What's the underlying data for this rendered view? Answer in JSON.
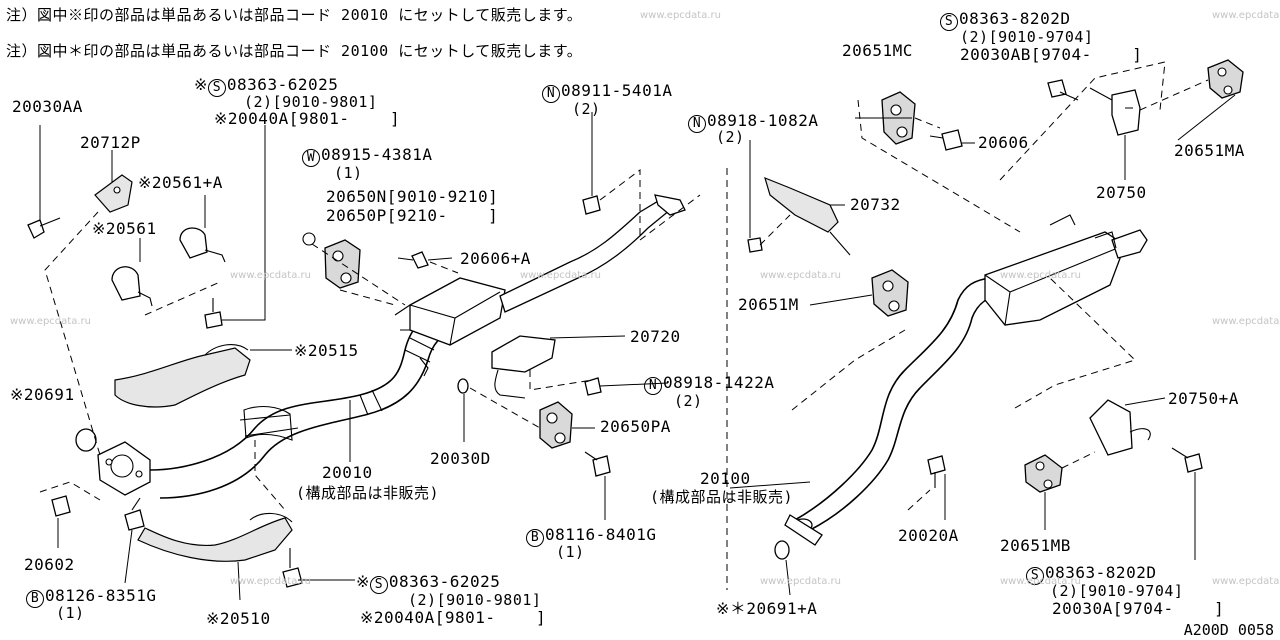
{
  "notes": [
    "注）図中※印の部品は単品あるいは部品コード 20010 にセットして販売します。",
    "注）図中＊印の部品は単品あるいは部品コード 20100 にセットして販売します。"
  ],
  "labels": {
    "l20030AA": "20030AA",
    "l20712P": "20712P",
    "l20561A": "※20561+A",
    "l20561": "※20561",
    "s62025_top_a": "08363-62025",
    "s62025_top_b": "(2)[9010-9801]",
    "s62025_top_c": "※20040A[9801-    ]",
    "s62025_mark": "※",
    "w4381_a": "08915-4381A",
    "w4381_b": "(1)",
    "l20650N": "20650N[9010-9210]",
    "l20650P": "20650P[9210-    ]",
    "l20606A": "20606+A",
    "n5401_a": "08911-5401A",
    "n5401_b": "(2)",
    "n1082_a": "08918-1082A",
    "n1082_b": "(2)",
    "l20651MC": "20651MC",
    "s8202_top_a": "08363-8202D",
    "s8202_top_b": "(2)[9010-9704]",
    "s8202_top_c": "20030AB[9704-    ]",
    "l20606": "20606",
    "l20651MA": "20651MA",
    "l20750": "20750",
    "l20732": "20732",
    "l20651M": "20651M",
    "l20720": "20720",
    "n1422_a": "08918-1422A",
    "n1422_b": "(2)",
    "l20650PA": "20650PA",
    "l20515": "※20515",
    "l20691": "※20691",
    "l20030D": "20030D",
    "l20010": "20010",
    "l20010_note": "(構成部品は非販売)",
    "l20100": "20100",
    "l20100_note": "(構成部品は非販売)",
    "l20750A": "20750+A",
    "b8401_a": "08116-8401G",
    "b8401_b": "(1)",
    "l20602": "20602",
    "b8351_a": "08126-8351G",
    "b8351_b": "(1)",
    "l20510": "※20510",
    "s62025_bot_a": "08363-62025",
    "s62025_bot_b": "(2)[9010-9801]",
    "s62025_bot_c": "※20040A[9801-    ]",
    "s62025_bot_mark": "※",
    "l20020A": "20020A",
    "l20651MB": "20651MB",
    "s8202_bot_a": "08363-8202D",
    "s8202_bot_b": "(2)[9010-9704]",
    "s8202_bot_c": "20030A[9704-    ]",
    "l20691A": "※＊20691+A"
  },
  "symbols": {
    "S": "S",
    "W": "W",
    "N": "N",
    "B": "B"
  },
  "watermark": "www.epcdata.ru",
  "page_code": "A200D 0058"
}
